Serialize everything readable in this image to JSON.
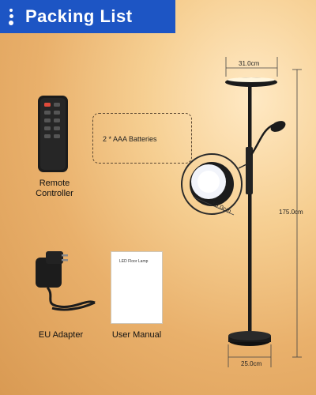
{
  "header": {
    "title": "Packing List"
  },
  "items": {
    "remote": {
      "label_line1": "Remote",
      "label_line2": "Controller"
    },
    "batteries": {
      "text": "2 * AAA Batteries"
    },
    "adapter": {
      "label": "EU Adapter"
    },
    "manual": {
      "label": "User Manual",
      "cover_text": "LED Floor Lamp"
    }
  },
  "dimensions": {
    "head_width": "31.0cm",
    "reading_head": "10.0cm",
    "height": "175.0cm",
    "base_width": "25.0cm"
  },
  "colors": {
    "title_bg": "#1d55c4",
    "lamp": "#1a1a1a",
    "bg_warm": "#f6cf92"
  }
}
